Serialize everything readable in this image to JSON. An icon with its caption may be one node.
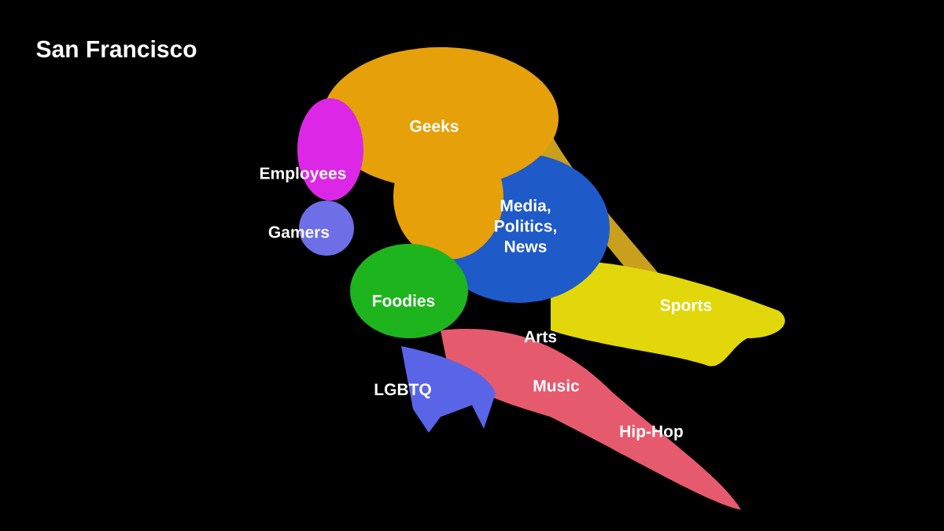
{
  "diagram": {
    "title": "San Francisco",
    "labels": [
      "Geeks",
      "Employees",
      "Gamers",
      "Media, Politics, News",
      "Foodies",
      "Sports",
      "Arts",
      "Music",
      "LGBTQ",
      "Hip-Hop"
    ]
  }
}
